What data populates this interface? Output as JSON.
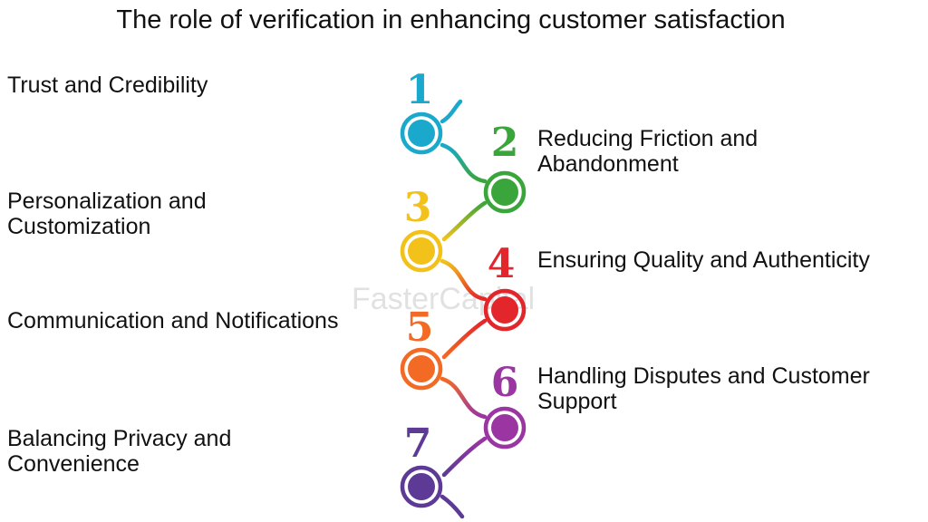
{
  "title": "The role of verification in enhancing customer satisfaction",
  "watermark": "FasterCapital",
  "steps": [
    {
      "number": "1",
      "lines": [
        "Trust and Credibility"
      ],
      "color": "#1aa9cc"
    },
    {
      "number": "2",
      "lines": [
        "Reducing Friction and",
        "Abandonment"
      ],
      "color": "#3aa53a"
    },
    {
      "number": "3",
      "lines": [
        "Personalization and",
        "Customization"
      ],
      "color": "#f2c21b"
    },
    {
      "number": "4",
      "lines": [
        "Ensuring Quality and Authenticity"
      ],
      "color": "#e3262b"
    },
    {
      "number": "5",
      "lines": [
        "Communication and Notifications"
      ],
      "color": "#f26a24"
    },
    {
      "number": "6",
      "lines": [
        "Handling Disputes and Customer",
        "Support"
      ],
      "color": "#9a35a2"
    },
    {
      "number": "7",
      "lines": [
        "Balancing Privacy and",
        "Convenience"
      ],
      "color": "#5d3a95"
    }
  ]
}
